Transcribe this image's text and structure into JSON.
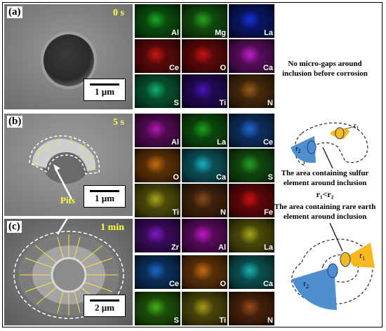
{
  "panels": [
    {
      "label": "(a)",
      "time": "0 s",
      "scale": "1 µm",
      "elements": [
        "Al",
        "Mg",
        "La",
        "Ce",
        "O",
        "Ca",
        "S",
        "Ti",
        "N"
      ],
      "colors": [
        "#16a820",
        "#28a41e",
        "#1430d8",
        "#c81414",
        "#c81214",
        "#c01ec8",
        "#10b068",
        "#4a14b8",
        "#9a5a18"
      ]
    },
    {
      "label": "(b)",
      "time": "5 s",
      "scale": "1 µm",
      "pits_label": "Pits",
      "elements": [
        "Al",
        "La",
        "Ce",
        "O",
        "Ca",
        "S",
        "Ti",
        "N",
        "Fe"
      ],
      "colors": [
        "#b018b0",
        "#1aa01a",
        "#1e68d0",
        "#c86a10",
        "#18b0c0",
        "#26a022",
        "#a8a418",
        "#8a4a18",
        "#d01010"
      ]
    },
    {
      "label": "(c)",
      "time": "1 min",
      "scale": "2 µm",
      "elements": [
        "Zr",
        "Al",
        "La",
        "Ce",
        "O",
        "Ca",
        "S",
        "Ti",
        "N"
      ],
      "colors": [
        "#8018c8",
        "#c018c8",
        "#a4a418",
        "#1a68c8",
        "#c86a14",
        "#18b0b0",
        "#40b018",
        "#a89a18",
        "#9a4a18"
      ]
    }
  ],
  "notes": {
    "a": [
      "No micro-gaps around",
      "inclusion before corrosion"
    ],
    "b_sulfur": [
      "The area containing sulfur",
      "element around inclusion"
    ],
    "relation": "r₁<r₂",
    "c_rare": [
      "The area containing rare earth",
      "element around inclusion"
    ],
    "r1": "r",
    "r1_sub": "1",
    "r2": "r",
    "r2_sub": "2"
  },
  "colors": {
    "time_label": "#ffff3a",
    "arrow": "#f5e63c",
    "zone_yellow": "#f5b81e",
    "zone_blue": "#4f8fd0"
  }
}
